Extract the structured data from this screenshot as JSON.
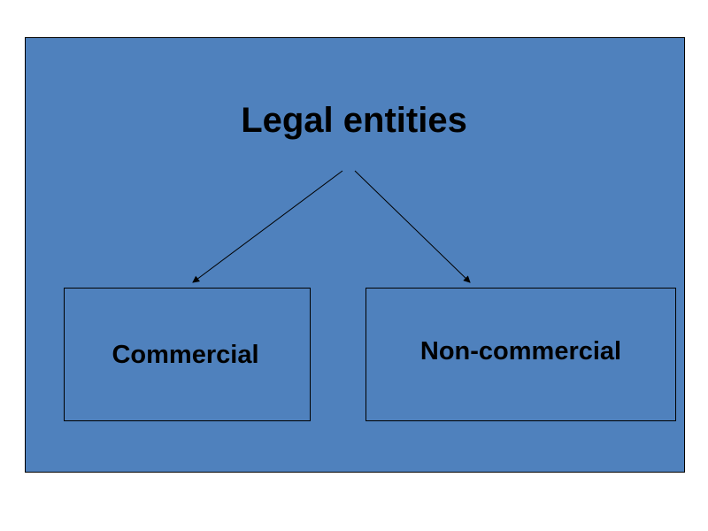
{
  "diagram": {
    "title": "Legal entities",
    "nodes": [
      {
        "label": "Commercial"
      },
      {
        "label": "Non-commercial"
      }
    ],
    "edges": [
      {
        "from": "Legal entities",
        "to": "Commercial"
      },
      {
        "from": "Legal entities",
        "to": "Non-commercial"
      }
    ],
    "colors": {
      "panel_fill": "#4f81bd",
      "border": "#000000",
      "text": "#000000",
      "page_background": "#ffffff"
    }
  }
}
